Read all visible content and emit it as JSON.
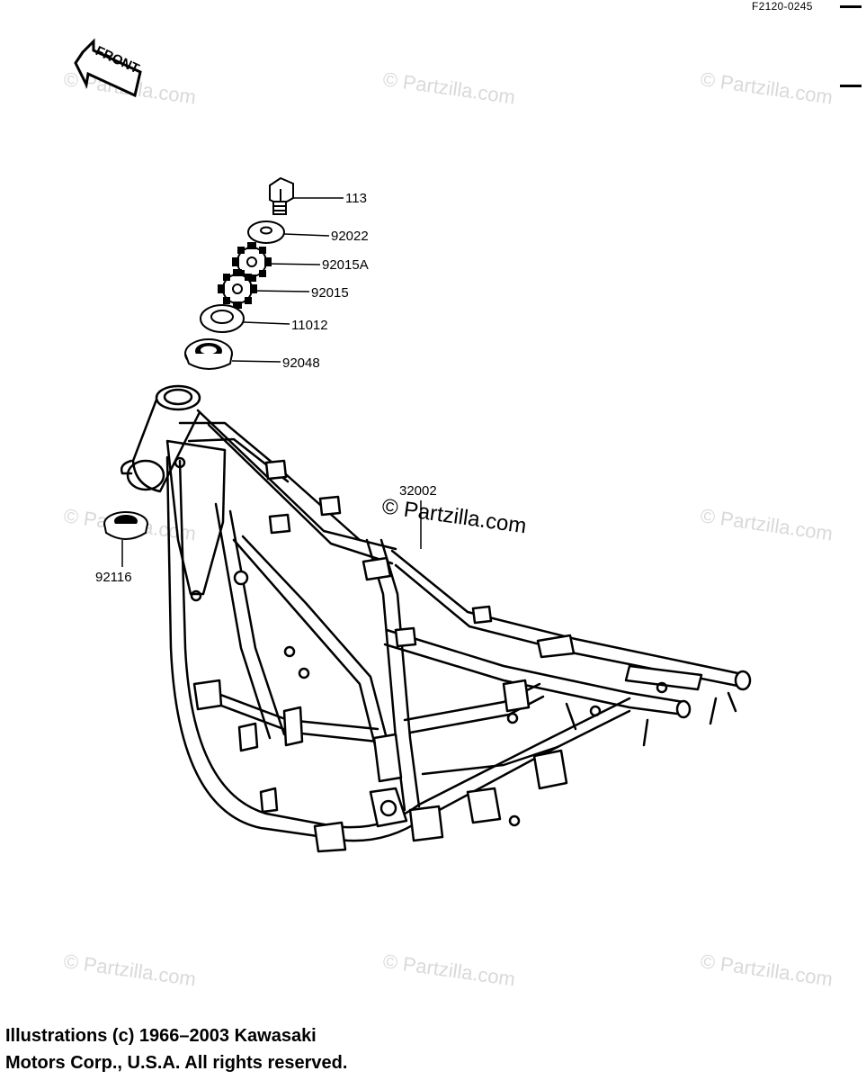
{
  "header": {
    "diagram_code": "F2120-0245"
  },
  "front_arrow": {
    "label": "FRONT"
  },
  "parts": [
    {
      "number": "113"
    },
    {
      "number": "92022"
    },
    {
      "number": "92015A"
    },
    {
      "number": "92015"
    },
    {
      "number": "11012"
    },
    {
      "number": "92048"
    },
    {
      "number": "32002"
    },
    {
      "number": "92116"
    }
  ],
  "watermark": {
    "text": "© Partzilla.com"
  },
  "footer": {
    "line1": "Illustrations (c) 1966–2003 Kawasaki",
    "line2": "Motors Corp., U.S.A.  All rights reserved."
  }
}
